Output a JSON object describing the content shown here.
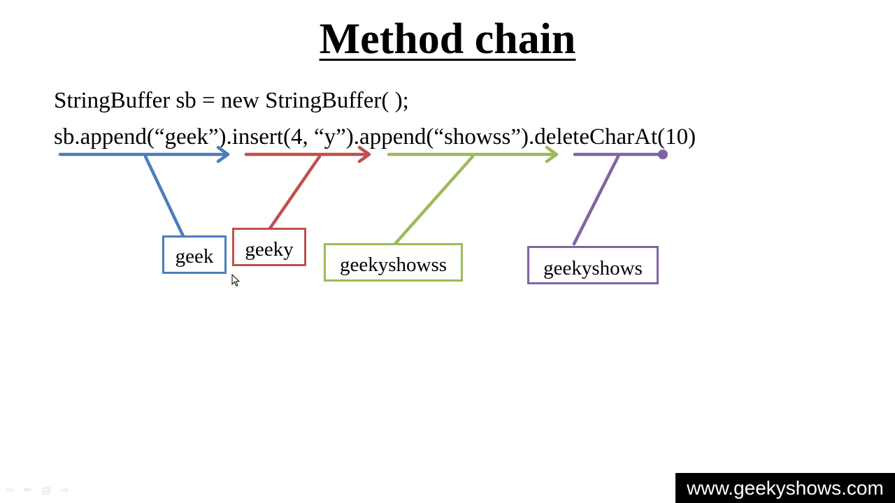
{
  "slide": {
    "title": "Method chain",
    "code_lines": [
      "StringBuffer sb = new StringBuffer( );",
      "sb.append(“geek”).insert(4, “y”).append(“showss”).deleteCharAt(10)"
    ],
    "results": [
      {
        "text": "geek",
        "color": "#4a7ebb",
        "method": "append(“geek”)"
      },
      {
        "text": "geeky",
        "color": "#c0504d",
        "method": "insert(4, “y”)"
      },
      {
        "text": "geekyshowss",
        "color": "#9bbb59",
        "method": "append(“showss”)"
      },
      {
        "text": "geekyshows",
        "color": "#8064a2",
        "method": "deleteCharAt(10)"
      }
    ],
    "watermark": "www.geekyshows.com"
  },
  "controls": {
    "icons": [
      "previous-slide-icon",
      "pen-icon",
      "slide-menu-icon",
      "next-slide-icon"
    ]
  }
}
